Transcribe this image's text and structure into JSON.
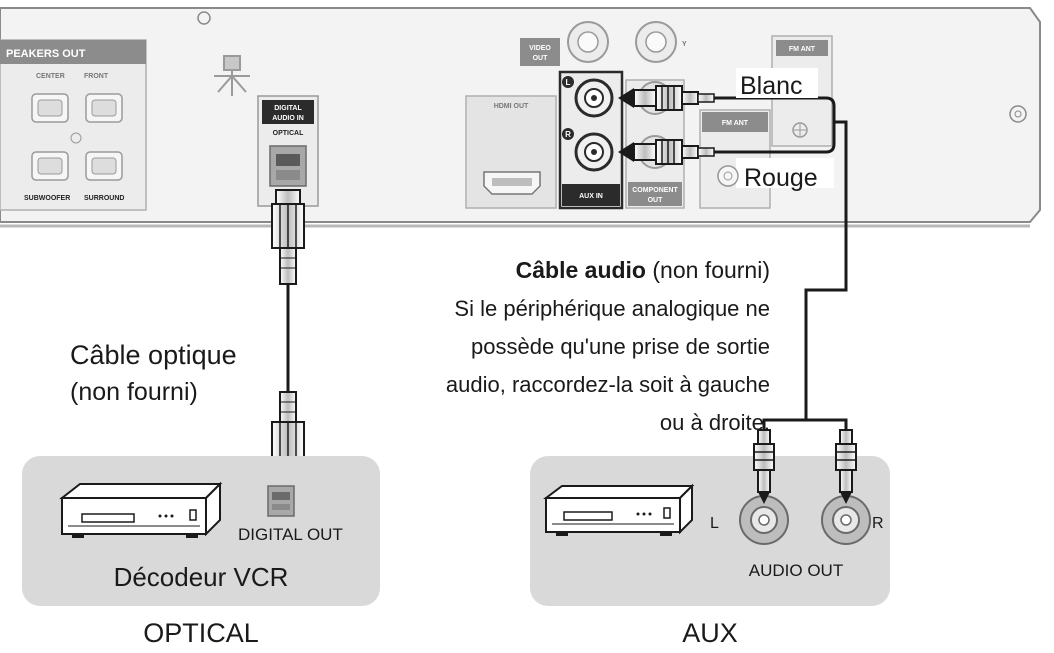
{
  "rear_panel": {
    "speakers_out": "PEAKERS OUT",
    "center": "CENTER",
    "front": "FRONT",
    "subwoofer": "SUBWOOFER",
    "surround": "SURROUND",
    "digital_audio_in_1": "DIGITAL",
    "digital_audio_in_2": "AUDIO IN",
    "digital_audio_in_3": "OPTICAL",
    "video_out_1": "VIDEO",
    "video_out_2": "OUT",
    "hdmi_out": "HDMI OUT",
    "aux_in": "AUX IN",
    "aux_l": "L",
    "aux_r": "R",
    "component_out_1": "COMPONENT",
    "component_out_2": "OUT",
    "fm_ant": "FM ANT",
    "fm_ant_2": "FM ANT",
    "y_label": "Y"
  },
  "labels": {
    "blanc": "Blanc",
    "rouge": "Rouge",
    "cable_audio_bold": "Câble audio",
    "cable_audio_note": " (non fourni)",
    "cable_audio_desc_1": "Si le périphérique analogique ne",
    "cable_audio_desc_2": "possède qu'une prise de sortie",
    "cable_audio_desc_3": "audio, raccordez-la soit à gauche",
    "cable_audio_desc_4": "ou à droite.",
    "cable_optique": "Câble optique",
    "cable_optique_note": "(non fourni)"
  },
  "devices": {
    "optical_box": {
      "digital_out": "DIGITAL OUT",
      "name": "Décodeur VCR",
      "caption": "OPTICAL"
    },
    "aux_box": {
      "left": "L",
      "right": "R",
      "audio_out": "AUDIO OUT",
      "caption": "AUX"
    }
  },
  "colors": {
    "panel_bg": "#f3f3f3",
    "panel_stroke": "#8a8a8a",
    "device_box": "#d9d9d9",
    "label_box": "#7a7a7a",
    "cable": "#1a1a1a"
  }
}
